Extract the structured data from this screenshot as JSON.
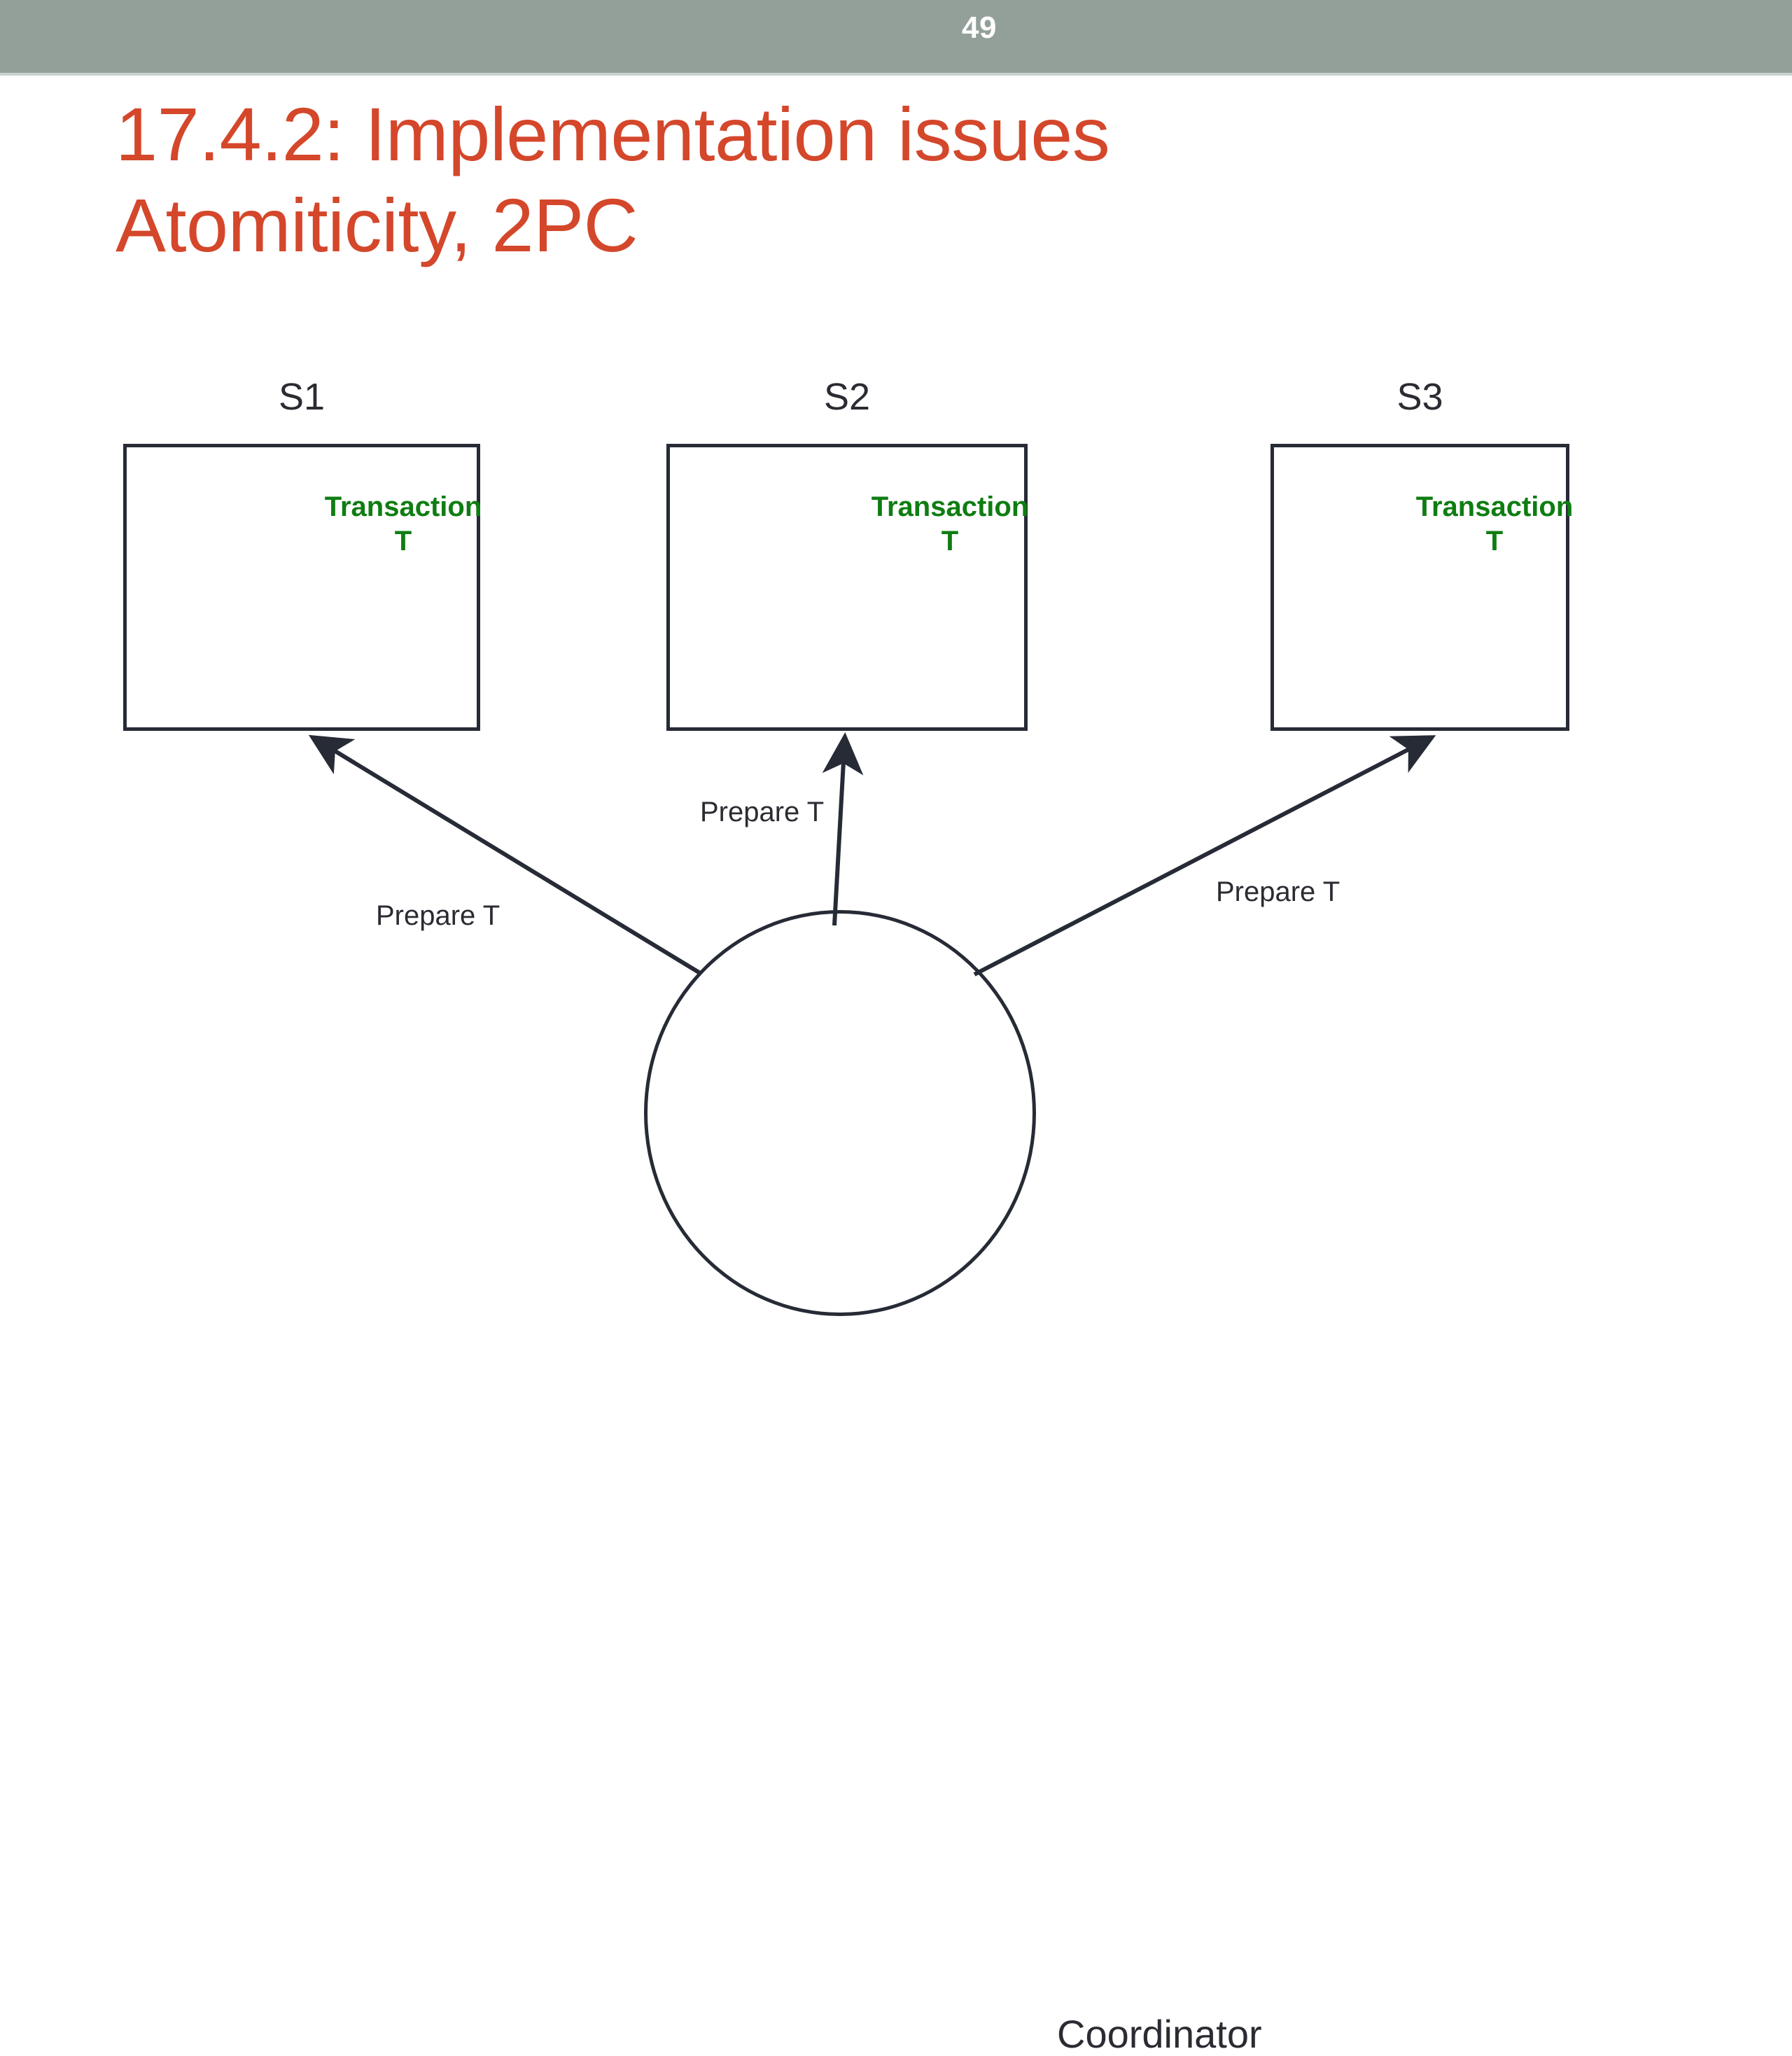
{
  "slide": {
    "number": "49",
    "title_lines": [
      "17.4.2: Implementation issues",
      "Atomiticity, 2PC"
    ],
    "header_color": "#93a09a",
    "title_color": "#d4472b",
    "line_color": "#262b36"
  },
  "diagram": {
    "type": "two-phase-commit",
    "servers": [
      {
        "caption": "S1",
        "transaction_line1": "Transaction",
        "transaction_line2": "T",
        "transaction_color": "#0f7d12"
      },
      {
        "caption": "S2",
        "transaction_line1": "Transaction",
        "transaction_line2": "T",
        "transaction_color": "#0f7d12"
      },
      {
        "caption": "S3",
        "transaction_line1": "Transaction",
        "transaction_line2": "T",
        "transaction_color": "#0f7d12"
      }
    ],
    "coordinator": {
      "label": "Coordinator"
    },
    "edges": [
      {
        "label": "Prepare T",
        "from": "coordinator",
        "to": "S1"
      },
      {
        "label": "Prepare T",
        "from": "coordinator",
        "to": "S2"
      },
      {
        "label": "Prepare T",
        "from": "coordinator",
        "to": "S3"
      }
    ]
  }
}
